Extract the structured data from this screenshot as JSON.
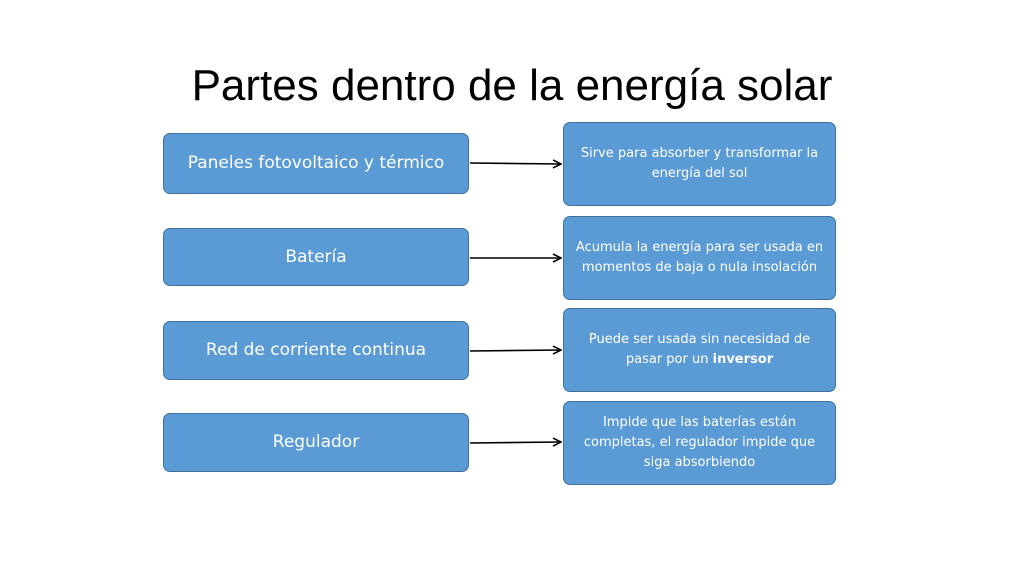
{
  "title": "Partes dentro de la energía solar",
  "colors": {
    "box_fill": "#5b9bd5",
    "box_border": "#41719c",
    "text_on_box": "#ffffff",
    "arrow": "#000000"
  },
  "rows": [
    {
      "part": "Paneles fotovoltaico y térmico",
      "description": "Sirve para absorber y transformar la energía del sol"
    },
    {
      "part": "Batería",
      "description": "Acumula la energía para ser usada en momentos de baja o nula insolación"
    },
    {
      "part": "Red de corriente continua",
      "description_before": "Puede ser usada sin necesidad de pasar por un ",
      "description_bold": "inversor"
    },
    {
      "part": "Regulador",
      "description": "Impide que las baterías están completas, el regulador impide que siga absorbiendo"
    }
  ]
}
